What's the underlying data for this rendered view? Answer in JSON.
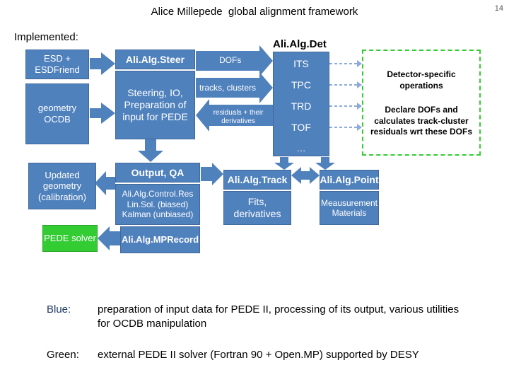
{
  "page_number": "14",
  "title": "Alice Millepede  global alignment framework",
  "implemented_label": "Implemented:",
  "alialgdet_label": "Ali.Alg.Det",
  "left_boxes": {
    "esd": "ESD + ESDFriend",
    "geometry_ocdb": "geometry OCDB",
    "updated_geometry": "Updated geometry (calibration)",
    "pede_solver": "PEDE solver"
  },
  "steer": {
    "title": "Ali.Alg.Steer",
    "body": "Steering, IO, Preparation of input for PEDE"
  },
  "dofs_arrow": "DOFs",
  "tracks_clusters_arrow": "tracks, clusters",
  "residuals_arrow": "residuals + their derivatives",
  "detectors": [
    "ITS",
    "TPC",
    "TRD",
    "TOF"
  ],
  "ellipsis": "…",
  "detector_specific_box": {
    "line1": "Detector-specific operations",
    "line2": "Declare  DOFs and calculates track-cluster residuals wrt these DOFs"
  },
  "output_qa": {
    "title": "Output, QA",
    "body": "Ali.Alg.Control.Res Lin.Sol. (biased) Kalman (unbiased)"
  },
  "mprecord": "Ali.Alg.MPRecord",
  "track": {
    "title": "Ali.Alg.Track",
    "body": "Fits, derivatives"
  },
  "point": {
    "title": "Ali.Alg.Point",
    "body": "Meausurement Materials"
  },
  "legend": [
    {
      "key": "Blue:",
      "text": "preparation of input data for PEDE II, processing of its output, various utilities for OCDB manipulation"
    },
    {
      "key": "Green:",
      "text": "external PEDE II solver (Fortran 90 + Open.MP) supported by DESY"
    }
  ],
  "colors": {
    "blue": "#4f81bd",
    "green": "#33cc33",
    "dashed_border": "#33cc33"
  }
}
